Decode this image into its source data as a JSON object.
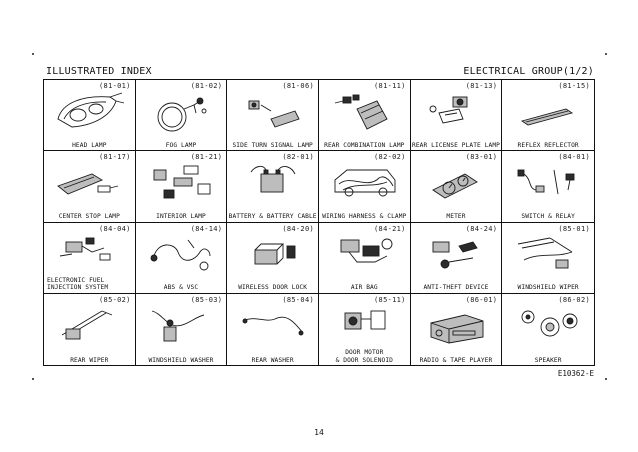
{
  "header": {
    "left": "ILLUSTRATED INDEX",
    "right": "ELECTRICAL GROUP(1/2)"
  },
  "items": [
    {
      "code": "(81-01)",
      "label": "HEAD LAMP",
      "icon": "head-lamp-icon"
    },
    {
      "code": "(81-02)",
      "label": "FOG LAMP",
      "icon": "fog-lamp-icon"
    },
    {
      "code": "(81-06)",
      "label": "SIDE TURN SIGNAL LAMP",
      "icon": "side-turn-signal-lamp-icon"
    },
    {
      "code": "(81-11)",
      "label": "REAR COMBINATION LAMP",
      "icon": "rear-combination-lamp-icon"
    },
    {
      "code": "(81-13)",
      "label": "REAR LICENSE PLATE LAMP",
      "icon": "rear-license-plate-lamp-icon"
    },
    {
      "code": "(81-15)",
      "label": "REFLEX REFLECTOR",
      "icon": "reflex-reflector-icon"
    },
    {
      "code": "(81-17)",
      "label": "CENTER STOP LAMP",
      "icon": "center-stop-lamp-icon"
    },
    {
      "code": "(81-21)",
      "label": "INTERIOR LAMP",
      "icon": "interior-lamp-icon"
    },
    {
      "code": "(82-01)",
      "label": "BATTERY & BATTERY CABLE",
      "icon": "battery-icon"
    },
    {
      "code": "(82-02)",
      "label": "WIRING HARNESS & CLAMP",
      "icon": "wiring-harness-icon"
    },
    {
      "code": "(83-01)",
      "label": "METER",
      "icon": "meter-icon"
    },
    {
      "code": "(84-01)",
      "label": "SWITCH & RELAY",
      "icon": "switch-relay-icon"
    },
    {
      "code": "(84-04)",
      "label": "ELECTRONIC FUEL\nINJECTION SYSTEM",
      "icon": "efi-system-icon"
    },
    {
      "code": "(84-14)",
      "label": "ABS & VSC",
      "icon": "abs-vsc-icon"
    },
    {
      "code": "(84-20)",
      "label": "WIRELESS DOOR LOCK",
      "icon": "wireless-door-lock-icon"
    },
    {
      "code": "(84-21)",
      "label": "AIR BAG",
      "icon": "air-bag-icon"
    },
    {
      "code": "(84-24)",
      "label": "ANTI-THEFT DEVICE",
      "icon": "anti-theft-device-icon"
    },
    {
      "code": "(85-01)",
      "label": "WINDSHIELD WIPER",
      "icon": "windshield-wiper-icon"
    },
    {
      "code": "(85-02)",
      "label": "REAR WIPER",
      "icon": "rear-wiper-icon"
    },
    {
      "code": "(85-03)",
      "label": "WINDSHIELD WASHER",
      "icon": "windshield-washer-icon"
    },
    {
      "code": "(85-04)",
      "label": "REAR WASHER",
      "icon": "rear-washer-icon"
    },
    {
      "code": "(85-11)",
      "label": "DOOR MOTOR\n& DOOR SOLENOID",
      "icon": "door-motor-icon"
    },
    {
      "code": "(86-01)",
      "label": "RADIO & TAPE PLAYER",
      "icon": "radio-tape-player-icon"
    },
    {
      "code": "(86-02)",
      "label": "SPEAKER",
      "icon": "speaker-icon"
    }
  ],
  "footer": {
    "reference": "E10362-E",
    "page_number": "14"
  }
}
